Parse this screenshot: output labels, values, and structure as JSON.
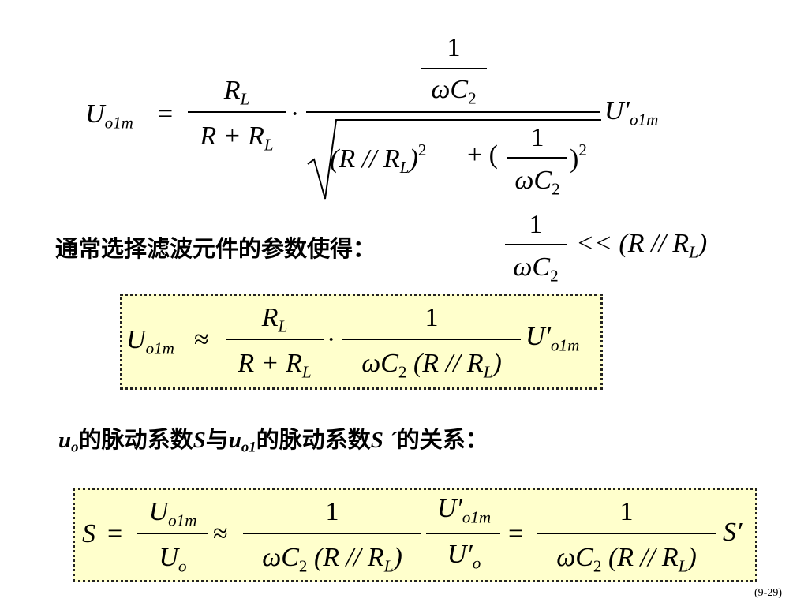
{
  "slide_number": "(9-29)",
  "eq1": {
    "lhs_U": "U",
    "lhs_sub": "o1m",
    "equals": "=",
    "f1_num_R": "R",
    "f1_num_sub": "L",
    "f1_den": "R + R",
    "f1_den_sub": "L",
    "dot": "·",
    "top_one": "1",
    "top_den": "ωC",
    "top_den_sub": "2",
    "rad_open": "(R // R",
    "rad_sub": "L",
    "rad_close": ")",
    "sq": "2",
    "plus_paren": "+ (",
    "inner_one": "1",
    "inner_den": "ωC",
    "inner_den_sub": "2",
    "inner_close": ")",
    "inner_sq": "2",
    "rhs_U": "U′",
    "rhs_sub": "o1m"
  },
  "condition": {
    "label": "通常选择滤波元件的参数使得：",
    "one": "1",
    "den": "ωC",
    "den_sub": "2",
    "rel": "<< (R // R",
    "rel_sub": "L",
    "rel_close": ")"
  },
  "eq2": {
    "lhs_U": "U",
    "lhs_sub": "o1m",
    "approx": "≈",
    "f1_num_R": "R",
    "f1_num_sub": "L",
    "f1_den": "R + R",
    "f1_den_sub": "L",
    "dot": "·",
    "f2_num": "1",
    "f2_den_a": "ωC",
    "f2_den_sub2": "2",
    "f2_den_b": "(R // R",
    "f2_den_subL": "L",
    "f2_den_c": ")",
    "rhs_U": "U′",
    "rhs_sub": "o1m"
  },
  "relation": {
    "u": "u",
    "u_sub": "o",
    "t1": "的脉动系数",
    "S": "S",
    "t2": "与",
    "u2": "u",
    "u2_sub": "o1",
    "t3": "的脉动系数",
    "S2": "S ´",
    "t4": "的关系："
  },
  "eq3": {
    "S": "S",
    "equals1": "=",
    "f1_num": "U",
    "f1_num_sub": "o1m",
    "f1_den": "U",
    "f1_den_sub": "o",
    "approx": "≈",
    "f2_num": "1",
    "f2_den_a": "ωC",
    "f2_den_sub2": "2",
    "f2_den_b": "(R // R",
    "f2_den_subL": "L",
    "f2_den_c": ")",
    "f3_num": "U′",
    "f3_num_sub": "o1m",
    "f3_den": "U′",
    "f3_den_sub": "o",
    "equals2": "=",
    "f4_num": "1",
    "f4_den_a": "ωC",
    "f4_den_sub2": "2",
    "f4_den_b": "(R // R",
    "f4_den_subL": "L",
    "f4_den_c": ")",
    "rhs": "S′"
  }
}
